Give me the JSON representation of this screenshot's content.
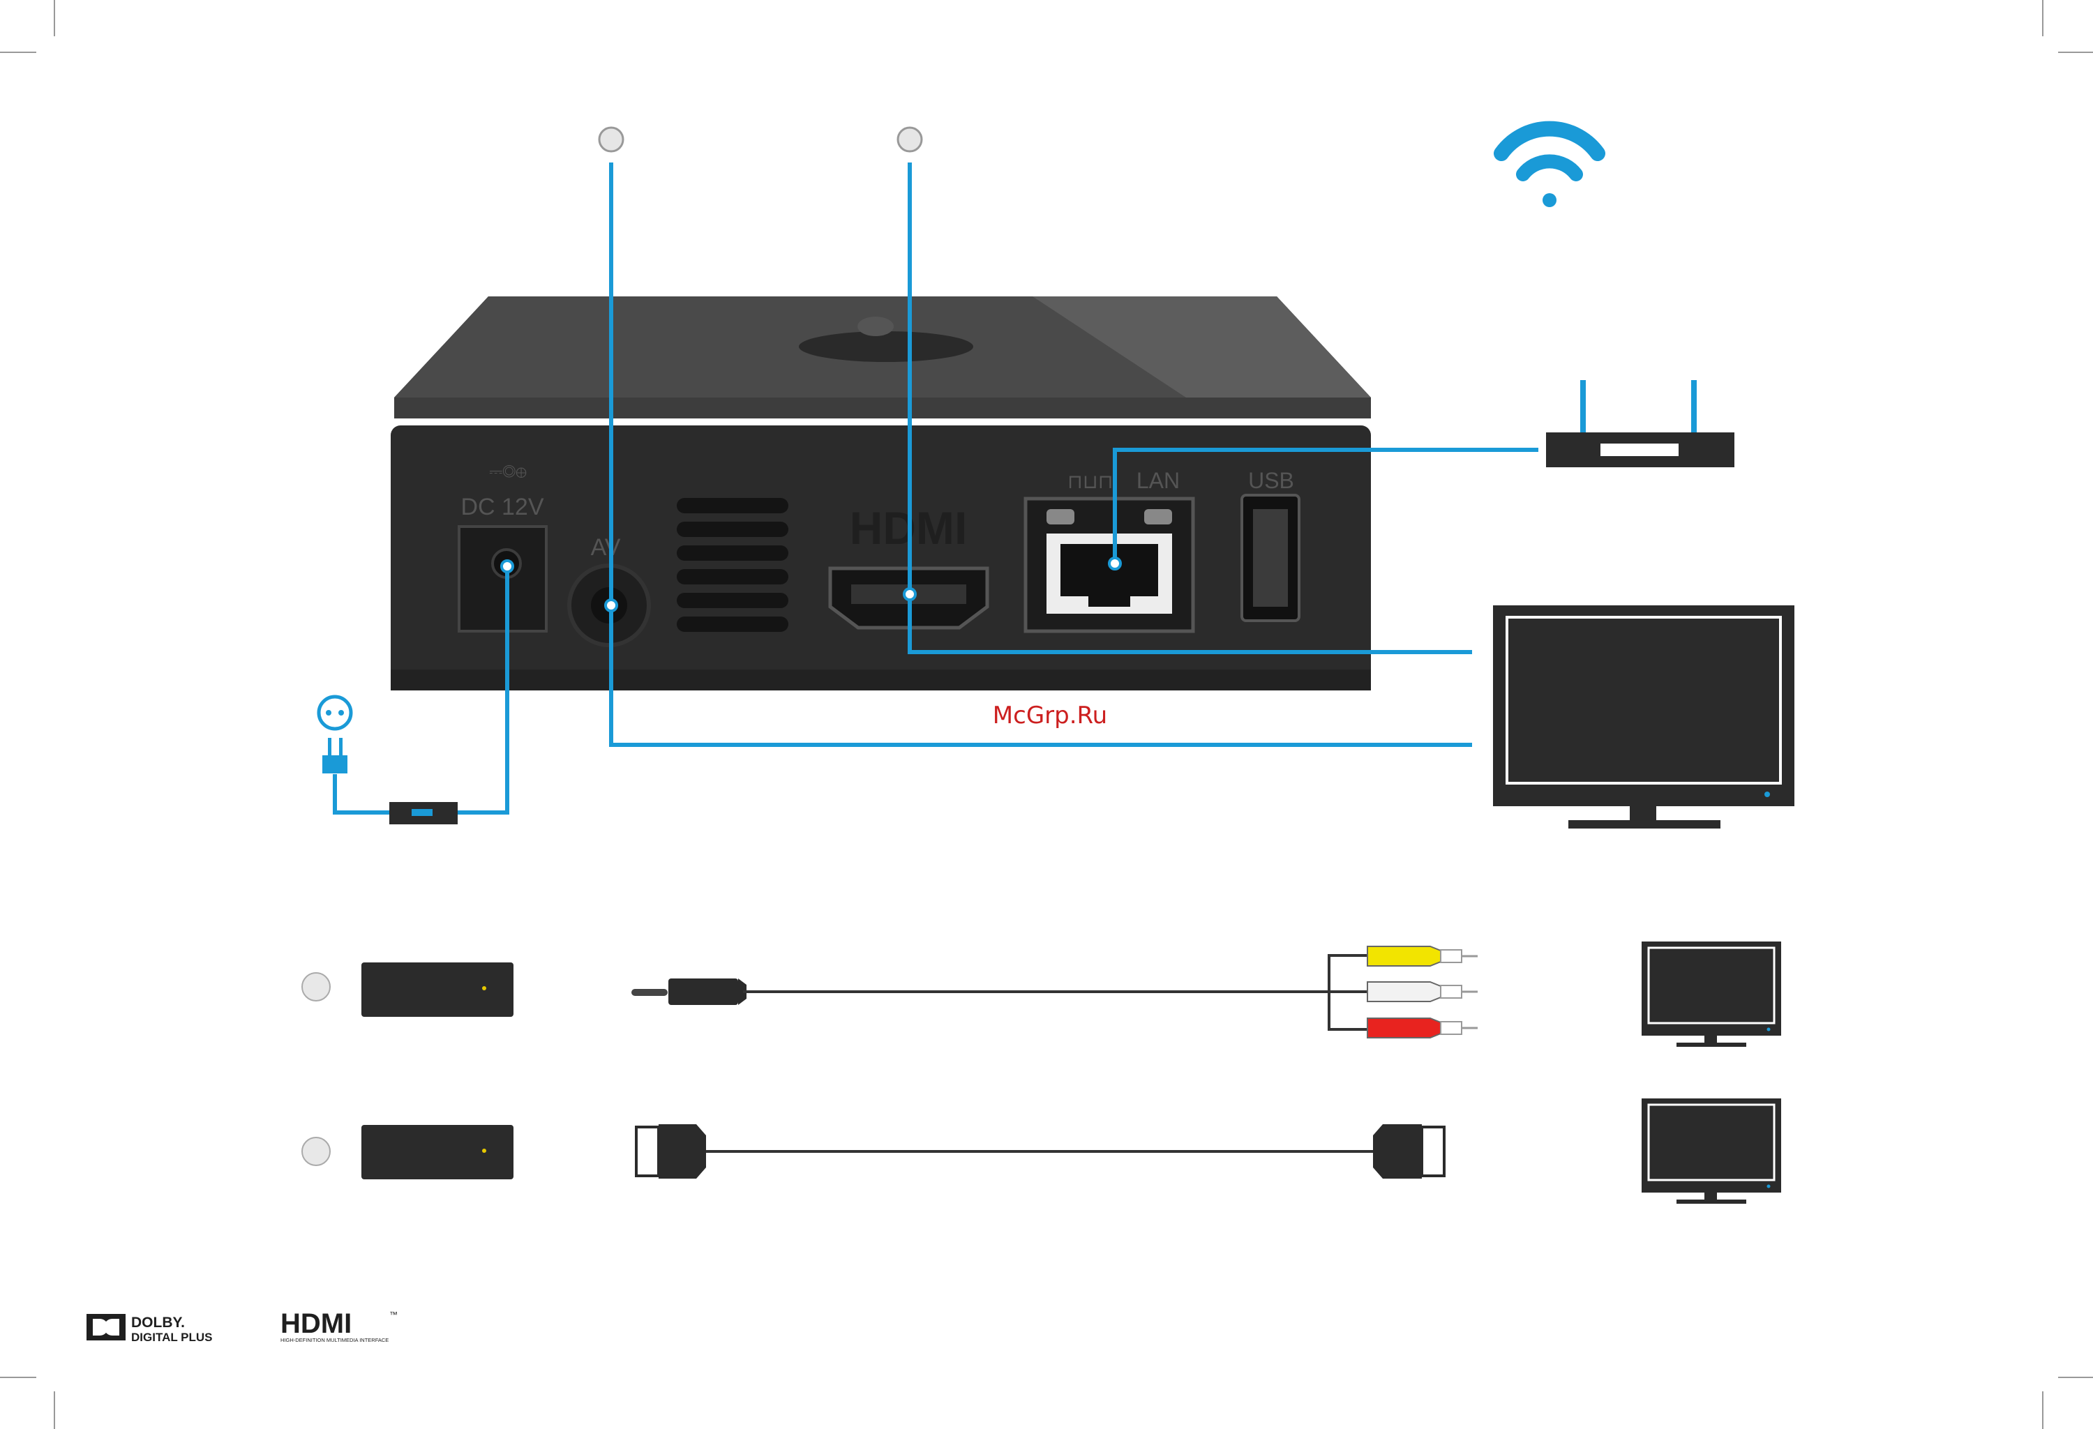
{
  "device": {
    "dc_label": "DC 12V",
    "av_label": "AV",
    "hdmi_label": "HDMI",
    "lan_label": "LAN",
    "usb_label": "USB"
  },
  "watermark": "McGrp.Ru",
  "logos": {
    "dolby_line1": "DOLBY.",
    "dolby_line2": "DIGITAL PLUS",
    "hdmi_text": "HDMI",
    "hdmi_tm": "™",
    "hdmi_sub": "HIGH-DEFINITION MULTIMEDIA INTERFACE"
  },
  "colors": {
    "accent": "#1a9ad7",
    "device": "#2b2b2b",
    "icon_dark": "#3a3a3a",
    "rca_yellow": "#f2e400",
    "rca_white": "#f2f2f2",
    "rca_red": "#e8231f"
  },
  "icons": [
    "wifi-icon",
    "router-icon",
    "tv-icon",
    "power-socket-icon",
    "plug-icon"
  ]
}
